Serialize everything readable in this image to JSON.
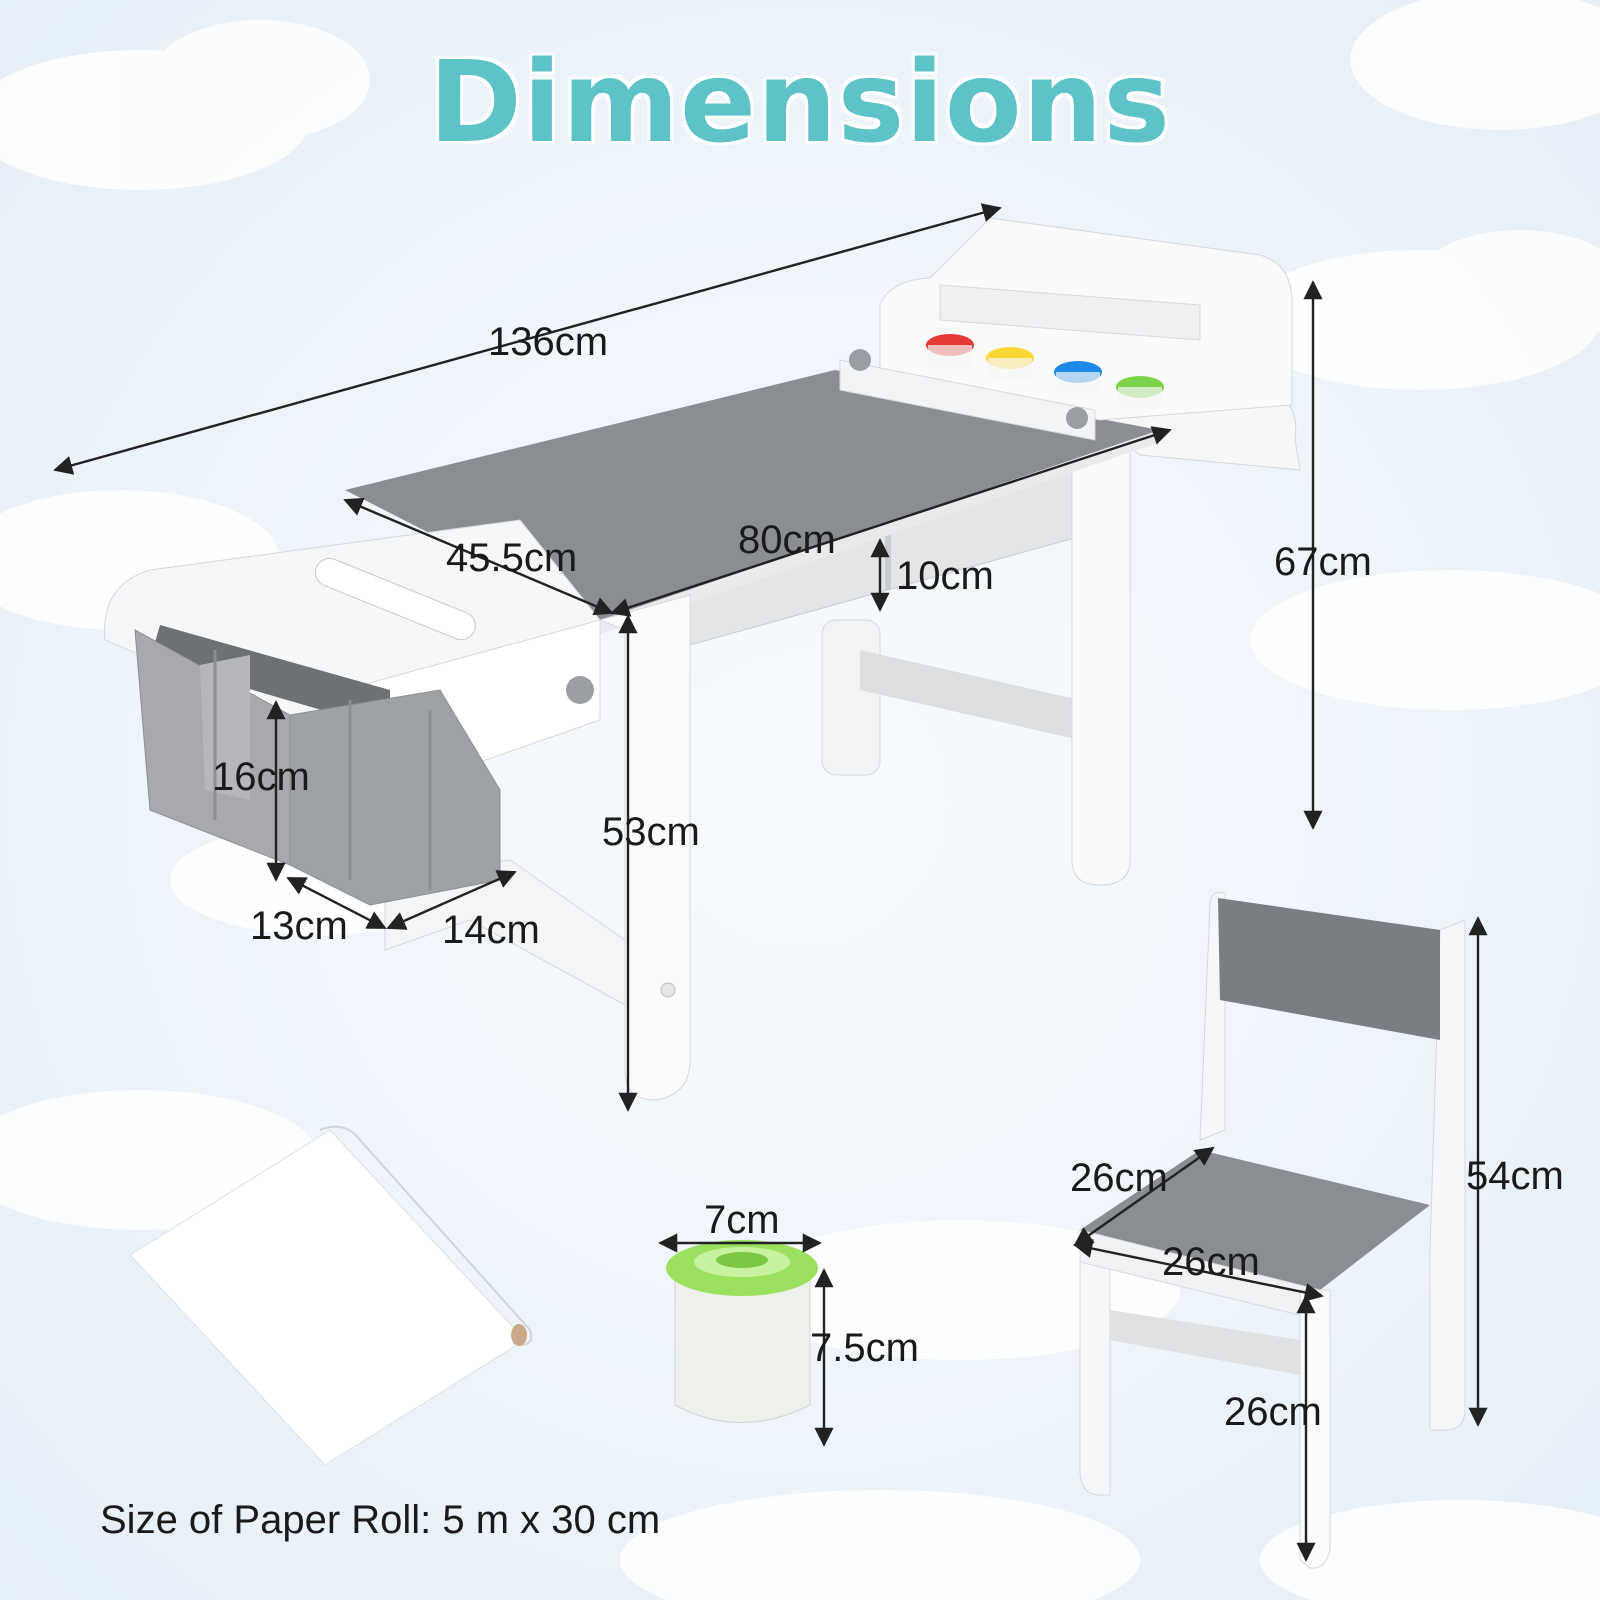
{
  "title": "Dimensions",
  "colors": {
    "title": "#5ec3c8",
    "background": "#f3f7fb",
    "desk_top": "#8a8d91",
    "desk_white": "#ffffff",
    "fabric_bin": "#a7a9ac",
    "arrow": "#222222",
    "paint_red": "#e53935",
    "paint_yellow": "#fdd835",
    "paint_blue": "#1e88e5",
    "paint_green": "#7cd34a"
  },
  "dimensions": {
    "desk_total_length": "136cm",
    "desk_depth": "45.5cm",
    "desk_top_length": "80cm",
    "shelf_height": "10cm",
    "desk_total_height": "67cm",
    "desk_surface_height": "53cm",
    "bin_height": "16cm",
    "bin_depth": "13cm",
    "bin_width": "14cm",
    "cup_diameter": "7cm",
    "cup_height": "7.5cm",
    "seat_depth": "26cm",
    "seat_width": "26cm",
    "seat_height": "26cm",
    "chair_height": "54cm"
  },
  "paper_roll_note": "Size of Paper Roll: 5 m x 30 cm"
}
